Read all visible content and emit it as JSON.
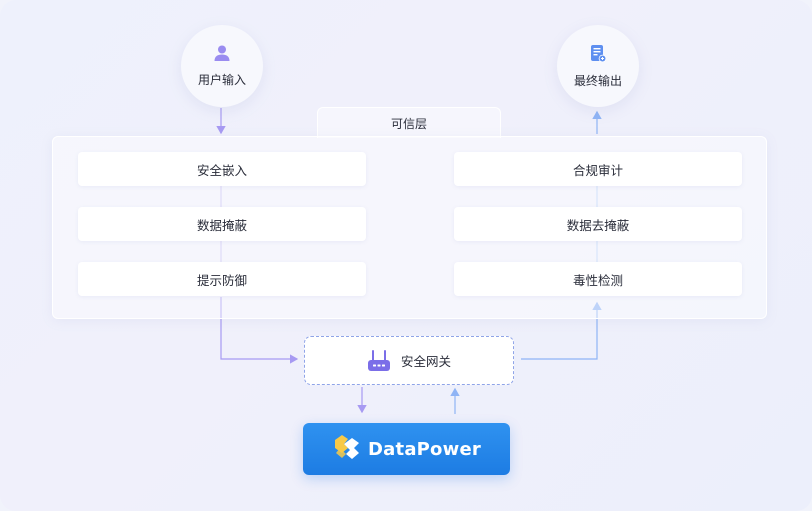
{
  "input": {
    "label": "用户输入",
    "icon": "user-icon"
  },
  "output": {
    "label": "最终输出",
    "icon": "document-icon"
  },
  "trust_layer": {
    "label": "可信层"
  },
  "left_steps": [
    {
      "label": "安全嵌入"
    },
    {
      "label": "数据掩蔽"
    },
    {
      "label": "提示防御"
    }
  ],
  "right_steps": [
    {
      "label": "合规审计"
    },
    {
      "label": "数据去掩蔽"
    },
    {
      "label": "毒性检测"
    }
  ],
  "gateway": {
    "label": "安全网关",
    "icon": "router-icon"
  },
  "platform": {
    "label": "DataPower",
    "icon": "datapower-logo-icon"
  },
  "colors": {
    "accent_purple": "#9a8cf0",
    "accent_blue": "#8fb4f5",
    "brand_blue": "#1e80e6"
  }
}
